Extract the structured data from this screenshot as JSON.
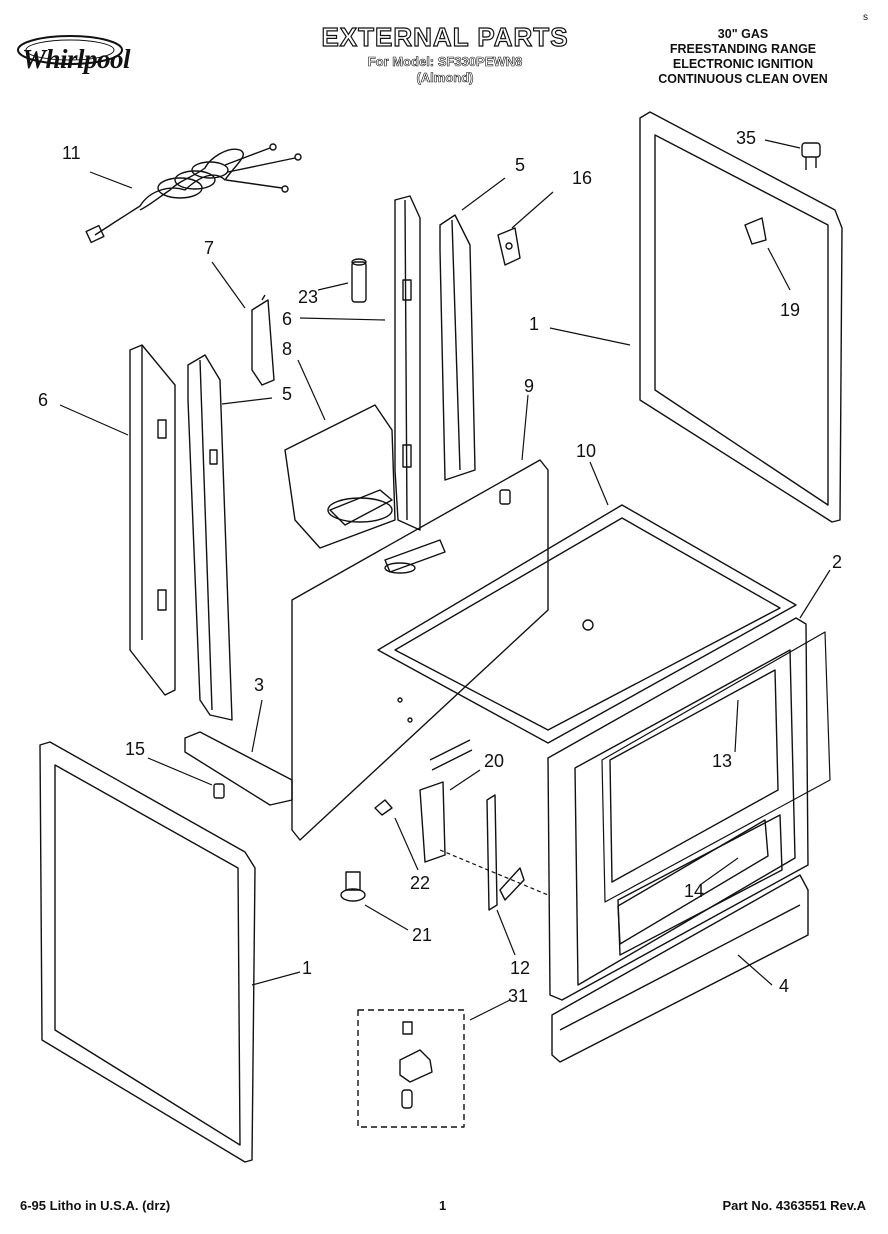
{
  "header": {
    "brand": "Whirlpool",
    "title": "EXTERNAL PARTS",
    "model_line": "For Model: SF330PEWN8",
    "color_line": "(Almond)",
    "corner_mark": "s",
    "spec_lines": [
      "30\" GAS",
      "FREESTANDING RANGE",
      "ELECTRONIC IGNITION",
      "CONTINUOUS CLEAN OVEN"
    ]
  },
  "callouts": {
    "c11": "11",
    "c5a": "5",
    "c16": "16",
    "c35": "35",
    "c7": "7",
    "c23": "23",
    "c6a": "6",
    "c8": "8",
    "c1a": "1",
    "c19": "19",
    "c6b": "6",
    "c5b": "5",
    "c9": "9",
    "c10": "10",
    "c2": "2",
    "c3": "3",
    "c13": "13",
    "c15": "15",
    "c20": "20",
    "c22": "22",
    "c14": "14",
    "c21": "21",
    "c1b": "1",
    "c12": "12",
    "c4": "4",
    "c31": "31"
  },
  "footer": {
    "left": "6-95 Litho in U.S.A. (drz)",
    "page": "1",
    "part_no": "Part No. 4363551 Rev.A"
  }
}
